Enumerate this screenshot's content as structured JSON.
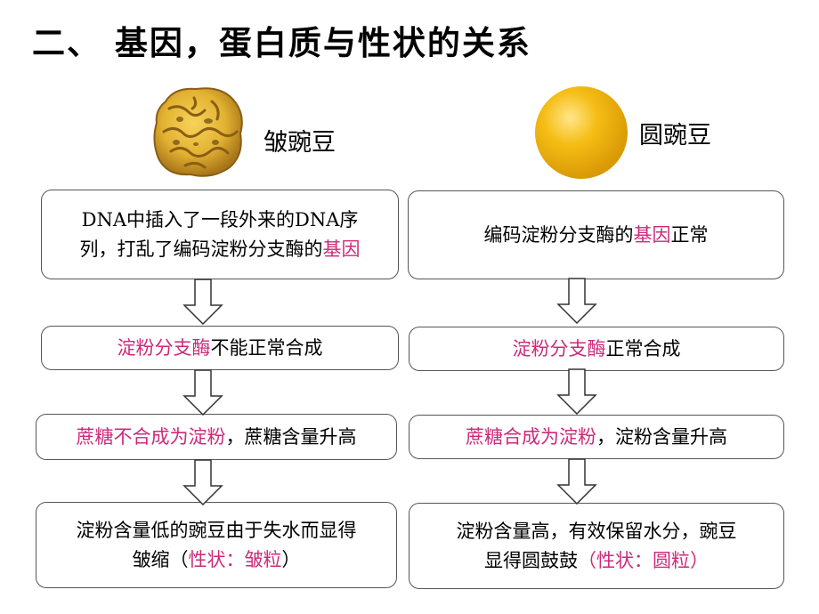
{
  "title": "二、 基因，蛋白质与性状的关系",
  "colors": {
    "highlight": "#cc2a7a",
    "wrinkled_pea": "#e2b232",
    "round_pea": "#f5bd14",
    "box_border": "#555555"
  },
  "peas": {
    "wrinkled": {
      "label": "皱豌豆",
      "icon": "wrinkled-pea-image"
    },
    "round": {
      "label": "圆豌豆",
      "icon": "round-pea-image"
    }
  },
  "left": {
    "box1": {
      "line1": "DNA中插入了一段外来的DNA序",
      "line2_normal": "列，打乱了编码淀粉分支酶的",
      "line2_hl": "基因"
    },
    "box2": {
      "hl": "淀粉分支酶",
      "normal": "不能正常合成"
    },
    "box3": {
      "hl": "蔗糖不合成为淀粉",
      "normal": "，蔗糖含量升高"
    },
    "box4": {
      "line1": "淀粉含量低的豌豆由于失水而显得",
      "line2_normal": "皱缩（",
      "line2_hl": "性状：皱粒",
      "line2_end": "）"
    }
  },
  "right": {
    "box1": {
      "normal_pre": "编码淀粉分支酶的",
      "hl": "基因",
      "normal_post": "正常"
    },
    "box2": {
      "hl": "淀粉分支酶",
      "normal": "正常合成"
    },
    "box3": {
      "hl": "蔗糖合成为淀粉",
      "normal": "，淀粉含量升高"
    },
    "box4": {
      "line1": "淀粉含量高，有效保留水分，豌豆",
      "line2_normal": "显得圆鼓鼓",
      "line2_hl": "（性状：圆粒）"
    }
  }
}
